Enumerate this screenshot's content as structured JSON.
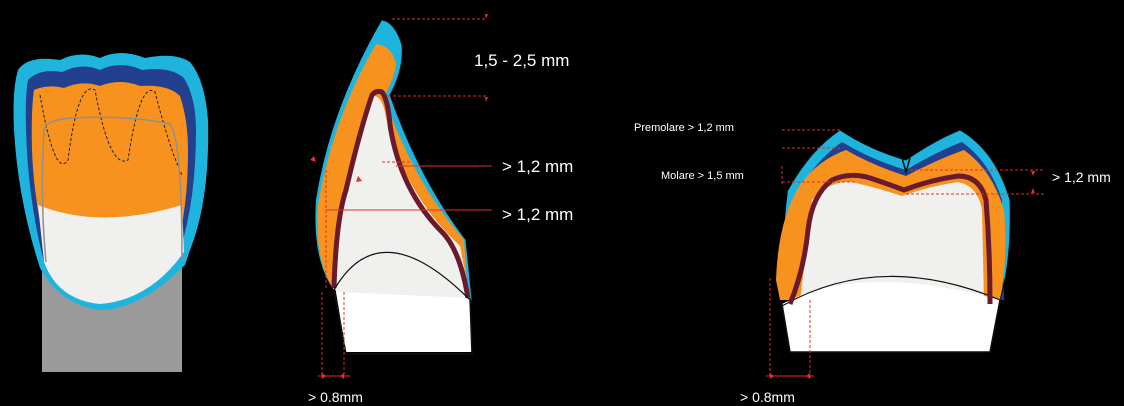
{
  "colors": {
    "background": "#000000",
    "enamel_outer": "#1fb4de",
    "enamel_inner": "#23408f",
    "dentin": "#f7921e",
    "core": "#f0f0ee",
    "coping": "#6b1a2b",
    "root": "#9a9a9a",
    "dimension": "#e0302a",
    "text": "#ffffff"
  },
  "middle": {
    "incisal_label": "1,5 - 2,5 mm",
    "labial_label": "> 1,2 mm",
    "lingual_label": "> 1,2 mm",
    "margin_label": "> 0.8mm"
  },
  "right": {
    "premolar_label": "Premolare > 1,2 mm",
    "molar_label": "Molare > 1,5 mm",
    "occlusal_label": "> 1,2 mm",
    "margin_label": "> 0.8mm"
  }
}
